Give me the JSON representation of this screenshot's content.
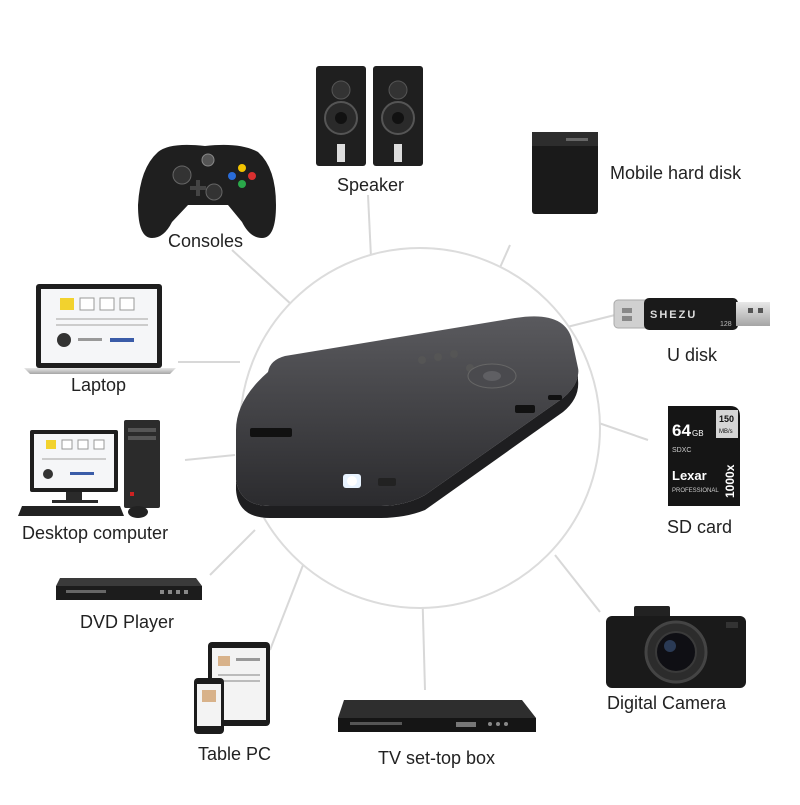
{
  "hub": {
    "name": "mini-projector"
  },
  "devices": [
    {
      "key": "speaker",
      "label": "Speaker",
      "icon": "speaker-icon"
    },
    {
      "key": "consoles",
      "label": "Consoles",
      "icon": "game-controller-icon"
    },
    {
      "key": "mobile-hard-disk",
      "label": "Mobile hard disk",
      "icon": "hard-disk-icon"
    },
    {
      "key": "laptop",
      "label": "Laptop",
      "icon": "laptop-icon"
    },
    {
      "key": "u-disk",
      "label": "U disk",
      "icon": "usb-drive-icon"
    },
    {
      "key": "desktop-computer",
      "label": "Desktop computer",
      "icon": "desktop-computer-icon"
    },
    {
      "key": "sd-card",
      "label": "SD card",
      "icon": "sd-card-icon"
    },
    {
      "key": "dvd-player",
      "label": "DVD Player",
      "icon": "dvd-player-icon"
    },
    {
      "key": "digital-camera",
      "label": "Digital Camera",
      "icon": "camera-icon"
    },
    {
      "key": "table-pc",
      "label": "Table PC",
      "icon": "tablet-phone-icon"
    },
    {
      "key": "tv-set-top-box",
      "label": "TV set-top box",
      "icon": "set-top-box-icon"
    }
  ],
  "printed": {
    "usb_brand": "SHEZU",
    "usb_capacity": "128",
    "sd_capacity": "64",
    "sd_capacity_unit": "GB",
    "sd_speed": "150",
    "sd_speed_unit": "MB/s",
    "sd_brand": "Lexar",
    "sd_rating": "1000x",
    "sd_line": "PROFESSIONAL",
    "sd_class": "SDXC"
  },
  "colors": {
    "connector": "#d8d8d8",
    "circle": "#dcdcdc",
    "device_dark": "#1f1f1f",
    "projector": "#3a3a3d"
  }
}
